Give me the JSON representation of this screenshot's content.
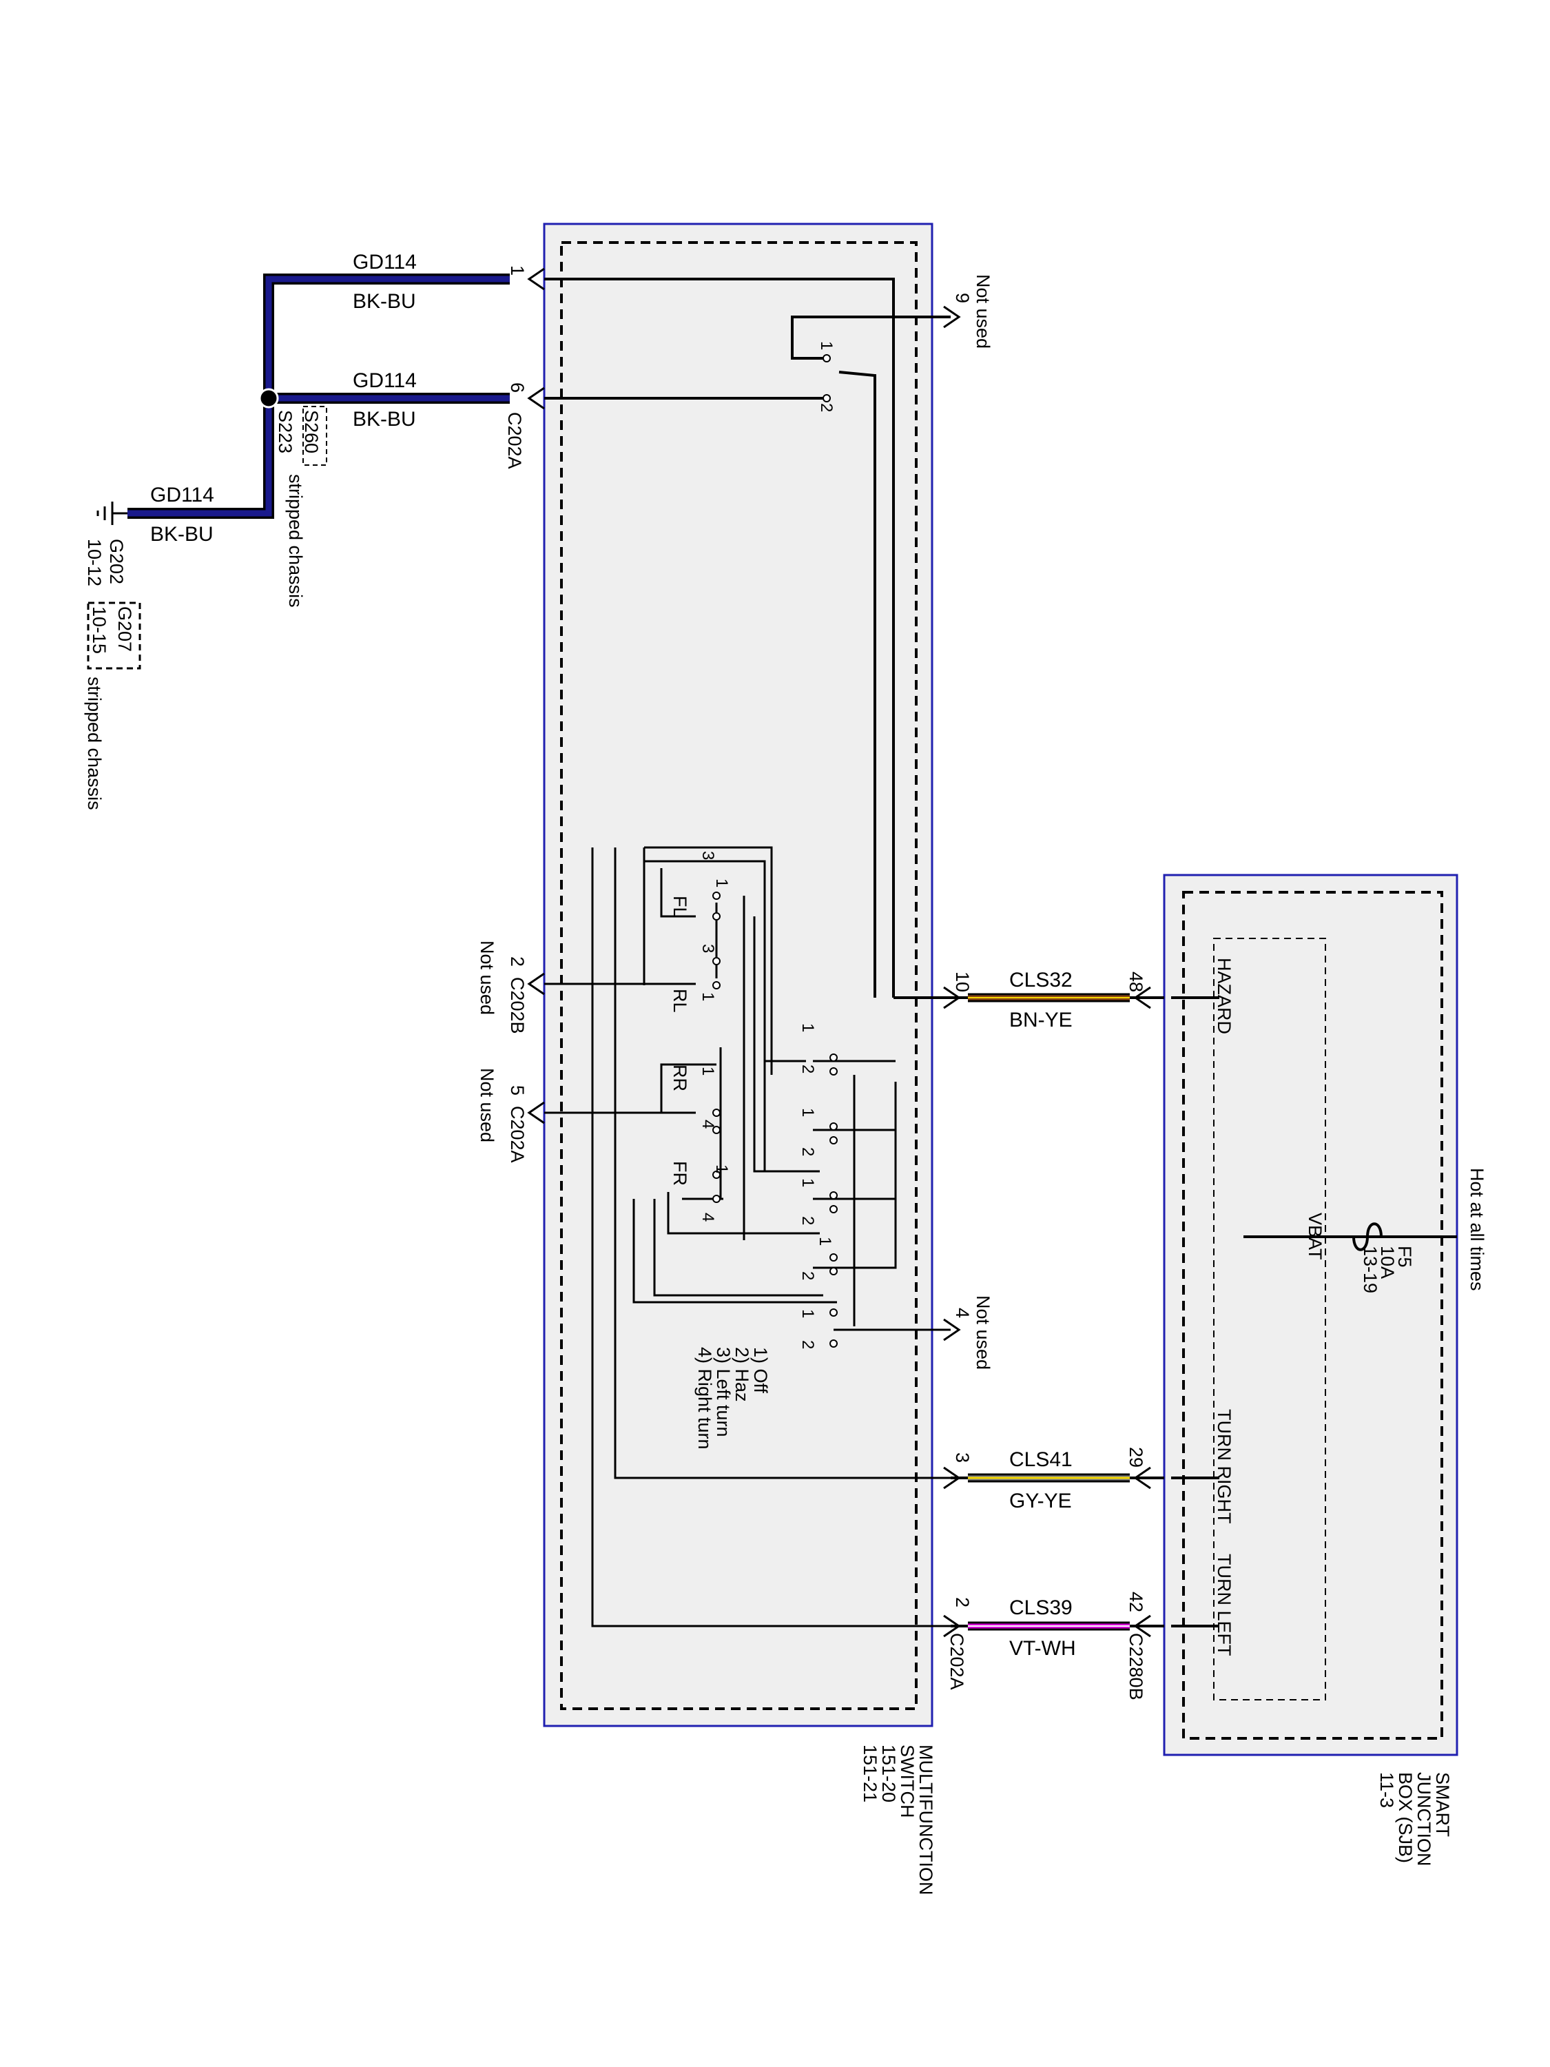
{
  "ground_wires": {
    "wire1": {
      "circuit": "GD114",
      "color_code": "BK-BU",
      "pin": "1"
    },
    "wire6": {
      "circuit": "GD114",
      "color_code": "BK-BU",
      "pin": "6",
      "connector": "C202A"
    },
    "wire_ground": {
      "circuit": "GD114",
      "color_code": "BK-BU"
    },
    "splice": {
      "primary": "S260",
      "secondary": "S223",
      "note": "stripped chassis"
    },
    "ground": {
      "primary": "G202",
      "primary_ref": "10-12",
      "secondary": "G207",
      "secondary_ref": "10-15",
      "note": "stripped chassis"
    }
  },
  "multifunction_switch": {
    "label_line1": "MULTIFUNCTION",
    "label_line2": "SWITCH",
    "ref1": "151-20",
    "ref2": "151-21",
    "pin9": "9",
    "pin9_note": "Not used",
    "pin4": "4",
    "pin4_note": "Not used",
    "c202b_pin": "2",
    "c202b": "C202B",
    "c202b_note": "Not used",
    "c202a_pin5": "5",
    "c202a_pin5_conn": "C202A",
    "c202a_pin5_note": "Not used",
    "connector_bottom": "C202A",
    "positions": [
      "1) Off",
      "2) Haz",
      "3) Left turn",
      "4) Right turn"
    ],
    "lamp_fl": "FL",
    "lamp_rl": "RL",
    "lamp_rr": "RR",
    "lamp_fr": "FR"
  },
  "circuits": [
    {
      "circuit": "CLS32",
      "color_code": "BN-YE",
      "switch_pin": "10",
      "sjb_pin": "48",
      "sjb_label": "HAZARD",
      "colors": [
        "#8B4513",
        "#f5d800"
      ]
    },
    {
      "circuit": "CLS41",
      "color_code": "GY-YE",
      "switch_pin": "3",
      "sjb_pin": "29",
      "sjb_label": "TURN RIGHT",
      "colors": [
        "#808080",
        "#f5d800"
      ]
    },
    {
      "circuit": "CLS39",
      "color_code": "VT-WH",
      "switch_pin": "2",
      "sjb_pin": "42",
      "sjb_label": "TURN LEFT",
      "colors": [
        "#d400d4",
        "#ffffff"
      ]
    }
  ],
  "sjb": {
    "label_line1": "SMART",
    "label_line2": "JUNCTION",
    "label_line3": "BOX (SJB)",
    "ref": "11-3",
    "connector": "C2280B",
    "power_note": "Hot at all times",
    "fuse": "F5",
    "fuse_rating": "10A",
    "fuse_ref": "13-19",
    "vbat": "VBAT"
  },
  "colors": {
    "ground_wire": "#1a1a8c",
    "switch_border": "#2020b0",
    "box_fill": "#efefef"
  }
}
